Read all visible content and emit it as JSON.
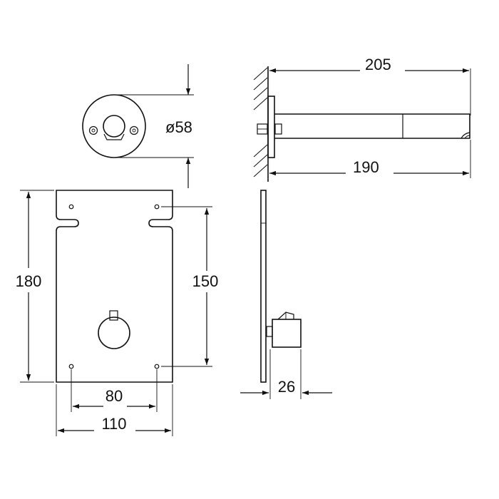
{
  "dimensions": {
    "rosette_diameter": "ø58",
    "spout_length_total": "205",
    "spout_length_body": "190",
    "plate_height": "180",
    "hole_spacing_vertical": "150",
    "hole_spacing_horizontal": "80",
    "plate_width": "110",
    "box_depth": "26"
  },
  "colors": {
    "line": "#111111",
    "background": "#ffffff"
  }
}
